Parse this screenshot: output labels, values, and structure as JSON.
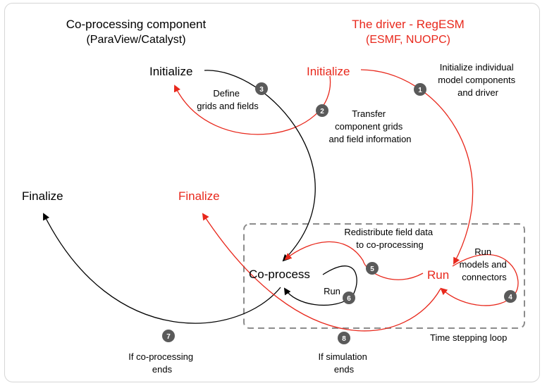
{
  "colors": {
    "driver": "#e8281c",
    "component": "#000000",
    "badge": "#5a5a5a",
    "loop_border": "#8c8c8c"
  },
  "headers": {
    "component_title": "Co-processing component",
    "component_subtitle": "(ParaView/Catalyst)",
    "driver_title": "The driver - RegESM",
    "driver_subtitle": "(ESMF, NUOPC)"
  },
  "nodes": {
    "initialize_component": "Initialize",
    "initialize_driver": "Initialize",
    "finalize_component": "Finalize",
    "finalize_driver": "Finalize",
    "coprocess": "Co-process",
    "run_driver": "Run"
  },
  "loop_label": "Time stepping loop",
  "steps": [
    {
      "number": "1",
      "label_lines": [
        "Initialize individual",
        "model components",
        "and driver"
      ]
    },
    {
      "number": "2",
      "label_lines": [
        "Transfer",
        "component grids",
        "and field information"
      ]
    },
    {
      "number": "3",
      "label_lines": [
        "Define",
        "grids and fields"
      ]
    },
    {
      "number": "4",
      "label_lines": [
        "Run",
        "models and",
        "connectors"
      ]
    },
    {
      "number": "5",
      "label_lines": [
        "Redistribute field data",
        "to co-processing"
      ]
    },
    {
      "number": "6",
      "label_lines": [
        "Run"
      ]
    },
    {
      "number": "7",
      "label_lines": [
        "If co-processing",
        "ends"
      ]
    },
    {
      "number": "8",
      "label_lines": [
        "If simulation",
        "ends"
      ]
    }
  ]
}
